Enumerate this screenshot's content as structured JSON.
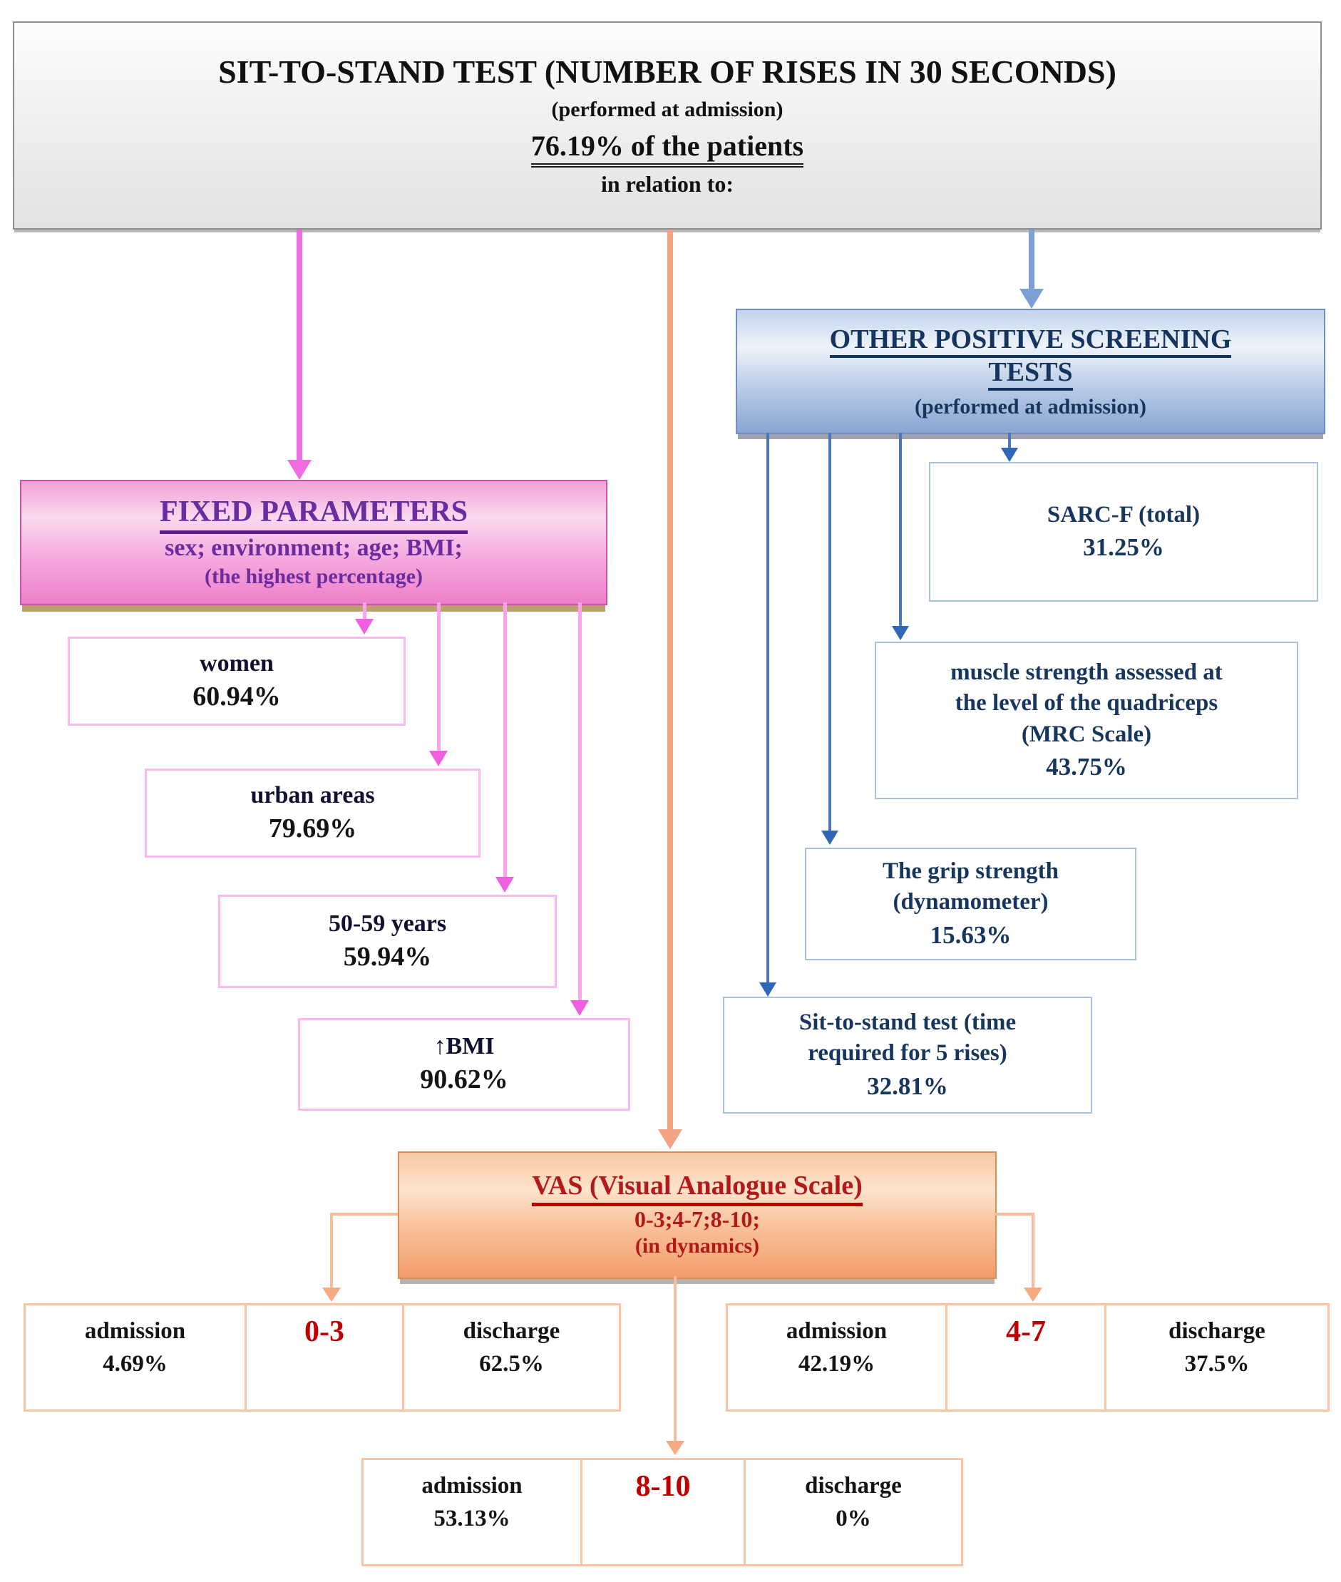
{
  "top_box": {
    "title": "SIT-TO-STAND TEST (NUMBER OF RISES IN 30 SECONDS)",
    "line2": "(performed at admission)",
    "line3": "76.19% of the patients",
    "line4": "in relation to:"
  },
  "fixed": {
    "heading": "FIXED PARAMETERS",
    "line2": "sex; environment; age; BMI;",
    "line3": "(the highest percentage)",
    "children": [
      {
        "label": "women",
        "value": "60.94%"
      },
      {
        "label": "urban areas",
        "value": "79.69%"
      },
      {
        "label": "50-59 years",
        "value": "59.94%"
      },
      {
        "label": "↑BMI",
        "value": "90.62%"
      }
    ]
  },
  "screening": {
    "heading_line1": "OTHER POSITIVE SCREENING",
    "heading_line2": "TESTS",
    "subheading": "(performed at admission)",
    "children": [
      {
        "line1": "SARC-F (total)",
        "line2": "",
        "line3": "",
        "value": "31.25%"
      },
      {
        "line1": "muscle strength assessed at",
        "line2": "the level of the quadriceps",
        "line3": "(MRC Scale)",
        "value": "43.75%"
      },
      {
        "line1": "The grip strength",
        "line2": "(dynamometer)",
        "line3": "",
        "value": "15.63%"
      },
      {
        "line1": "Sit-to-stand test (time",
        "line2": "required for 5 rises)",
        "line3": "",
        "value": "32.81%"
      }
    ]
  },
  "vas": {
    "heading": "VAS (Visual Analogue Scale)",
    "line2": "0-3;4-7;8-10;",
    "line3": "(in dynamics)",
    "groups": [
      {
        "left_label": "admission",
        "left_value": "4.69%",
        "range": "0-3",
        "right_label": "discharge",
        "right_value": "62.5%"
      },
      {
        "left_label": "admission",
        "left_value": "42.19%",
        "range": "4-7",
        "right_label": "discharge",
        "right_value": "37.5%"
      },
      {
        "left_label": "admission",
        "left_value": "53.13%",
        "range": "8-10",
        "right_label": "discharge",
        "right_value": "0%"
      }
    ]
  },
  "colors": {
    "pink_arrow": "#ef6ce2",
    "pink_line": "#fda3ee",
    "orange_arrow": "#f4a385",
    "orange_line": "#f9bd9c",
    "blue_arrow": "#7e9fd6",
    "blue_line": "#4a76bb",
    "purple_text": "#6a2c9e",
    "navy_text": "#17365d",
    "dark_red_text": "#c00000",
    "tan_shadow": "#bda06d"
  }
}
